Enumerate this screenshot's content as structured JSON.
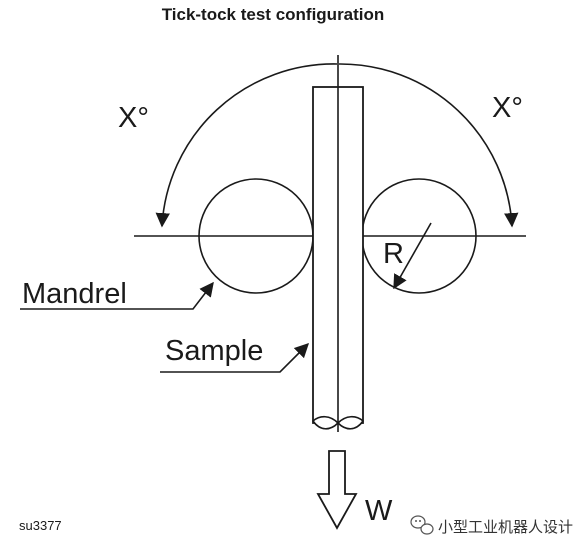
{
  "title": "Tick-tock test configuration",
  "labels": {
    "angle_left": "X°",
    "angle_right": "X°",
    "radius": "R",
    "mandrel": "Mandrel",
    "sample": "Sample",
    "load": "W",
    "figure_code": "su3377",
    "watermark": "小型工业机器人设计"
  },
  "colors": {
    "line": "#1a1a1a",
    "background": "#ffffff"
  },
  "icons": {
    "watermark_logo": "wechat-logo-icon"
  }
}
